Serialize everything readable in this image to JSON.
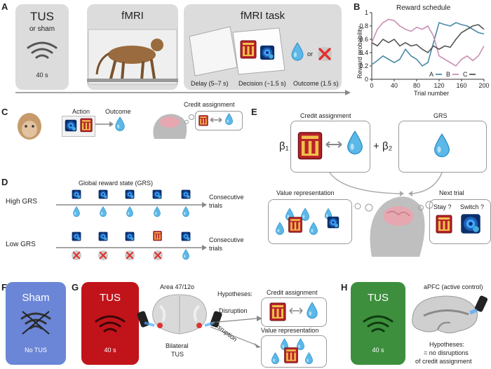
{
  "panels": {
    "a": "A",
    "b": "B",
    "c": "C",
    "d": "D",
    "e": "E",
    "f": "F",
    "g": "G",
    "h": "H"
  },
  "a": {
    "tus_title": "TUS",
    "tus_sub": "or sham",
    "tus_time": "40 s",
    "fmri_title": "fMRI",
    "task_title": "fMRI task",
    "or": "or",
    "delay": "Delay (5–7 s)",
    "decision": "Decision (~1.5 s)",
    "outcome": "Outcome (1.5 s)"
  },
  "b": {
    "chart_data": {
      "type": "line",
      "title": "Reward schedule",
      "xlabel": "Trial number",
      "ylabel": "Reward probability",
      "xlim": [
        0,
        200
      ],
      "ylim": [
        0,
        1
      ],
      "xticks": [
        0,
        40,
        80,
        120,
        160,
        200
      ],
      "yticks": [
        0,
        0.2,
        0.4,
        0.6,
        0.8,
        1
      ],
      "legend_placement": "bottom-right",
      "x": [
        0,
        10,
        20,
        30,
        40,
        50,
        60,
        70,
        80,
        90,
        100,
        110,
        120,
        130,
        140,
        150,
        160,
        170,
        180,
        190,
        200
      ],
      "series": [
        {
          "name": "A",
          "color": "#4a8aa8",
          "values": [
            0.22,
            0.28,
            0.35,
            0.3,
            0.25,
            0.3,
            0.45,
            0.35,
            0.3,
            0.2,
            0.25,
            0.55,
            0.85,
            0.82,
            0.8,
            0.85,
            0.82,
            0.8,
            0.75,
            0.7,
            0.68
          ]
        },
        {
          "name": "B",
          "color": "#c98fb4",
          "values": [
            0.55,
            0.75,
            0.85,
            0.9,
            0.88,
            0.8,
            0.75,
            0.72,
            0.78,
            0.75,
            0.8,
            0.65,
            0.35,
            0.3,
            0.25,
            0.2,
            0.3,
            0.35,
            0.28,
            0.35,
            0.5
          ]
        },
        {
          "name": "C",
          "color": "#555555",
          "values": [
            0.55,
            0.5,
            0.6,
            0.55,
            0.6,
            0.5,
            0.55,
            0.5,
            0.52,
            0.45,
            0.4,
            0.5,
            0.45,
            0.5,
            0.48,
            0.6,
            0.7,
            0.75,
            0.8,
            0.82,
            0.75
          ]
        }
      ]
    }
  },
  "c": {
    "action": "Action",
    "outcome": "Outcome",
    "credit": "Credit assignment"
  },
  "d": {
    "title": "Global reward state (GRS)",
    "high": "High GRS",
    "low": "Low GRS",
    "consecutive": "Consecutive",
    "trials": "trials"
  },
  "e": {
    "credit": "Credit assignment",
    "grs": "GRS",
    "beta1": "β₁",
    "beta2": "β₂",
    "plus": "+",
    "value": "Value representation",
    "next": "Next trial",
    "stay": "Stay ?",
    "switch": "Switch ?"
  },
  "f": {
    "sham": "Sham",
    "notus": "No TUS"
  },
  "g": {
    "tus": "TUS",
    "time": "40 s",
    "area": "Area 47/12o",
    "bilateral": "Bilateral",
    "bilateral2": "TUS",
    "hyp": "Hypotheses:",
    "disruption1": "Disruption",
    "disruption2": "Disruption",
    "credit": "Credit assignment",
    "value": "Value representation"
  },
  "h": {
    "tus": "TUS",
    "time": "40 s",
    "apfc": "aPFC (active control)",
    "hyp": "Hypotheses:",
    "hyp2": "= no disruptions",
    "hyp3": "of credit assignment"
  },
  "colors": {
    "sham_blue": "#6b86d6",
    "tus_red": "#c0141a",
    "tus_green": "#3d8f3d",
    "drop": "#5bb8e8",
    "stimulus_red": "#b8232a",
    "panel_grey": "#e6e6e6"
  }
}
